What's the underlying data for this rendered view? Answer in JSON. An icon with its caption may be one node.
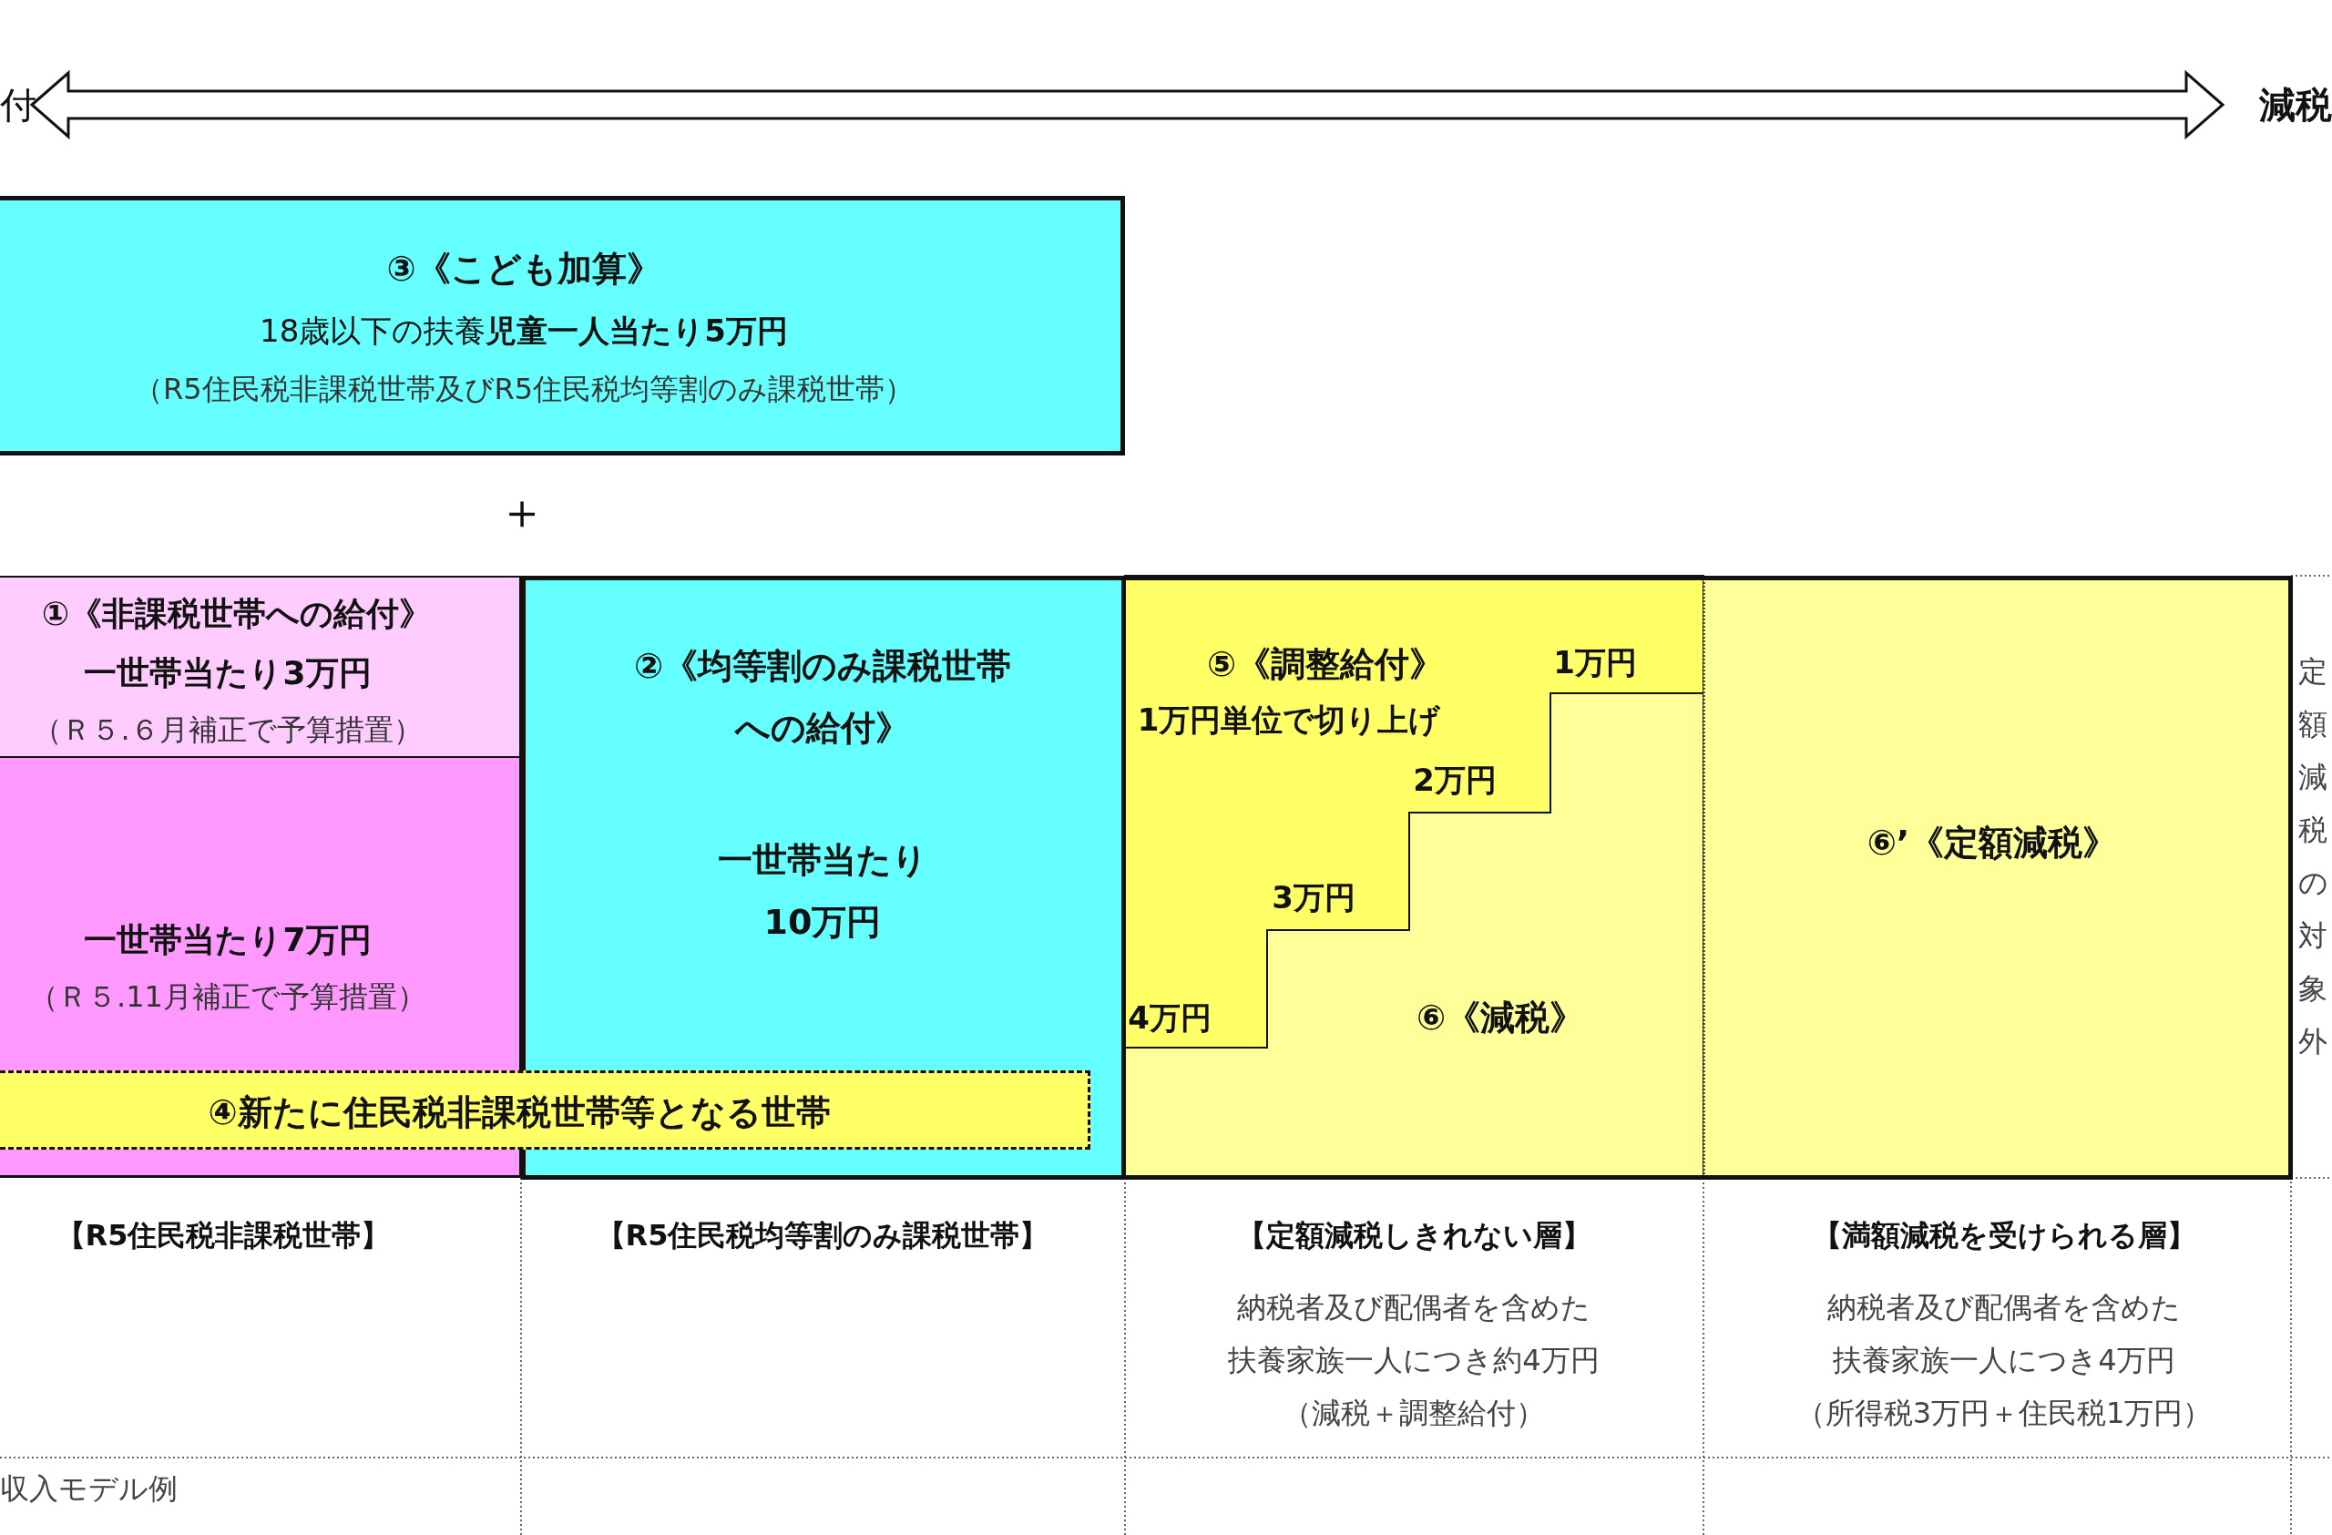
{
  "diagram": {
    "nodes": [
      {
        "text": [
          "③《こども加算》",
          "18歳以下の扶養**児童一人当たり5万円**",
          "（R5住民税非課税世帯及びR5住民税均等割のみ課税世帯）"
        ]
      },
      {
        "text": [
          "①《非課税世帯への給付》",
          "一世帯当たり3万円",
          "（Ｒ５.６月補正で予算措置）"
        ]
      },
      {
        "text": [
          "一世帯当たり7万円",
          "（Ｒ５.11月補正で予算措置）"
        ]
      },
      {
        "text": [
          "②《均等割のみ課税世帯への給付》",
          "一世帯当たり10万円"
        ]
      },
      {
        "text": [
          "⑤《調整給付》",
          "1万円単位で切り上げ",
          "1万円",
          "2万円",
          "3万円",
          "4万円"
        ]
      },
      {
        "text": [
          "⑥《減税》"
        ]
      },
      {
        "text": [
          "⑥’《定額減税》"
        ]
      },
      {
        "text": [
          "④新たに住民税非課税世帯等となる世帯"
        ]
      }
    ],
    "labels": [
      "付",
      "減税",
      "＋",
      "定額減税の対象外",
      "【R5住民税非課税世帯】",
      "【R5住民税均等割のみ課税世帯】",
      "【定額減税しきれない層】",
      "納税者及び配偶者を含めた扶養家族一人につき約4万円",
      "（減税＋調整給付）",
      "【満額減税を受けられる層】",
      "納税者及び配偶者を含めた扶養家族一人につき4万円",
      "（所得税3万円＋住民税1万円）",
      "収入モデル例"
    ]
  }
}
